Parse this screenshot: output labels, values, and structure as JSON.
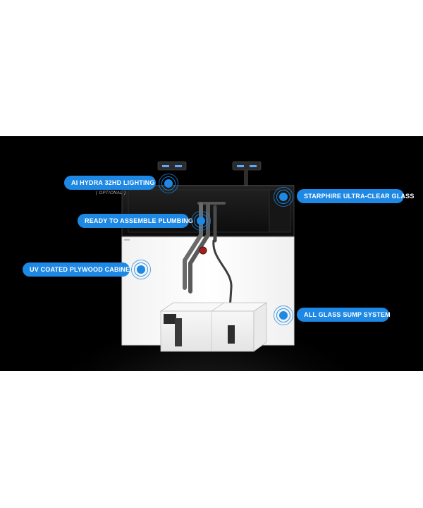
{
  "callouts": {
    "lighting": "AI HYDRA 32HD LIGHTING",
    "optional": "( OPTIONAL )",
    "glass": "STARPHIRE ULTRA-CLEAR GLASS",
    "plumbing": "READY TO ASSEMBLE PLUMBING",
    "cabinet": "UV COATED PLYWOOD CABINET",
    "sump": "ALL GLASS SUMP SYSTEM"
  },
  "colors": {
    "accent": "#1e88e5",
    "banner_background": "#000000",
    "page_background": "#ffffff"
  },
  "icons": {
    "hotspot": "concentric-target-icon"
  }
}
